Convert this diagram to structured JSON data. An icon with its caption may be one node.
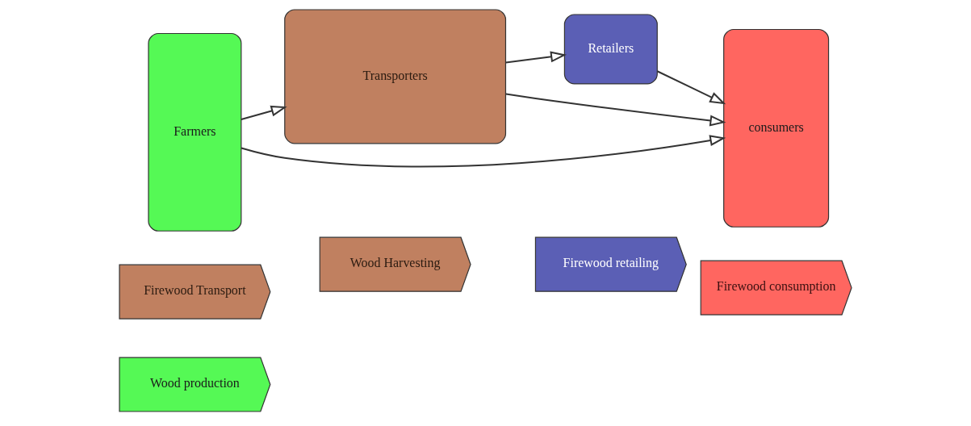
{
  "diagram": {
    "nodes": [
      {
        "text": [
          "Wood production"
        ]
      },
      {
        "text": [
          "Wood Harvesting"
        ]
      },
      {
        "text": [
          "Firewood Transport"
        ]
      },
      {
        "text": [
          "Firewood retailing"
        ]
      },
      {
        "text": [
          "Firewood consumption"
        ]
      },
      {
        "text": [
          "Farmers"
        ]
      },
      {
        "text": [
          "Transporters"
        ]
      },
      {
        "text": [
          "Retailers"
        ]
      },
      {
        "text": [
          "consumers"
        ]
      }
    ],
    "edges": [
      {
        "from": 5,
        "to": 6,
        "arrow": "to"
      },
      {
        "from": 6,
        "to": 7,
        "arrow": "to"
      },
      {
        "from": 7,
        "to": 8,
        "arrow": "to"
      },
      {
        "from": 6,
        "to": 8,
        "arrow": "to"
      },
      {
        "from": 5,
        "to": 8,
        "arrow": "to"
      }
    ]
  }
}
